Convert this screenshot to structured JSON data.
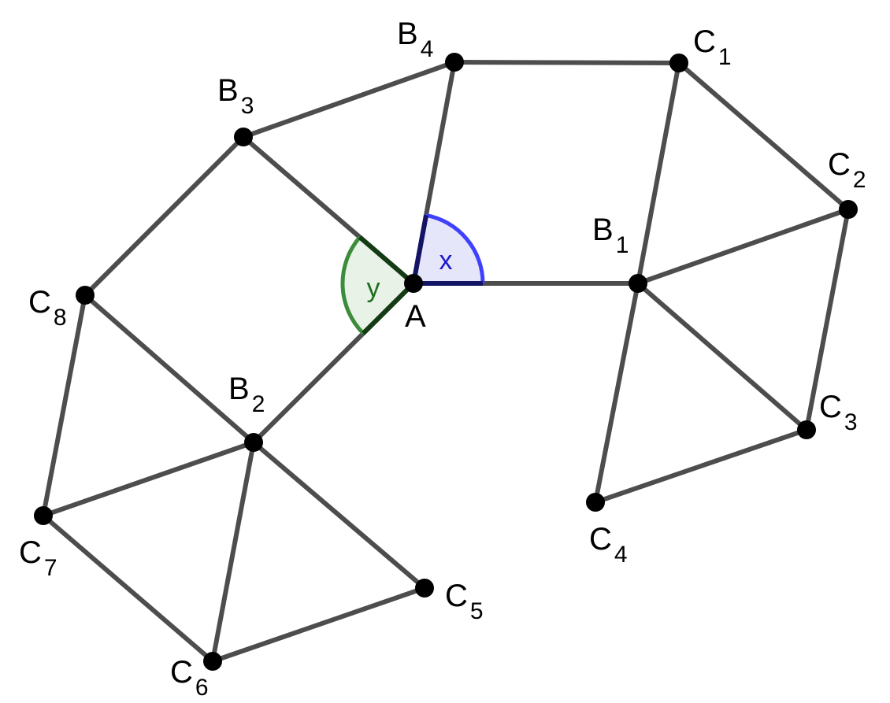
{
  "diagram": {
    "points": [
      {
        "id": "A",
        "base": "A",
        "sub": ""
      },
      {
        "id": "B1",
        "base": "B",
        "sub": "1"
      },
      {
        "id": "B2",
        "base": "B",
        "sub": "2"
      },
      {
        "id": "B3",
        "base": "B",
        "sub": "3"
      },
      {
        "id": "B4",
        "base": "B",
        "sub": "4"
      },
      {
        "id": "C1",
        "base": "C",
        "sub": "1"
      },
      {
        "id": "C2",
        "base": "C",
        "sub": "2"
      },
      {
        "id": "C3",
        "base": "C",
        "sub": "3"
      },
      {
        "id": "C4",
        "base": "C",
        "sub": "4"
      },
      {
        "id": "C5",
        "base": "C",
        "sub": "5"
      },
      {
        "id": "C6",
        "base": "C",
        "sub": "6"
      },
      {
        "id": "C7",
        "base": "C",
        "sub": "7"
      },
      {
        "id": "C8",
        "base": "C",
        "sub": "8"
      }
    ],
    "edges": [
      [
        "A",
        "B1"
      ],
      [
        "A",
        "B2"
      ],
      [
        "A",
        "B3"
      ],
      [
        "A",
        "B4"
      ],
      [
        "B4",
        "C1"
      ],
      [
        "C1",
        "C2"
      ],
      [
        "C1",
        "B1"
      ],
      [
        "B1",
        "C2"
      ],
      [
        "C2",
        "C3"
      ],
      [
        "B1",
        "C3"
      ],
      [
        "B1",
        "C4"
      ],
      [
        "C3",
        "C4"
      ],
      [
        "B3",
        "B4"
      ],
      [
        "B3",
        "C8"
      ],
      [
        "C8",
        "B2"
      ],
      [
        "C8",
        "C7"
      ],
      [
        "B2",
        "C7"
      ],
      [
        "B2",
        "C6"
      ],
      [
        "B2",
        "C5"
      ],
      [
        "C7",
        "C6"
      ],
      [
        "C6",
        "C5"
      ]
    ],
    "angles": [
      {
        "label": "x",
        "stroke": "#4040ff",
        "fill": "#e6e6fa",
        "text_color": "#1a1acc"
      },
      {
        "label": "y",
        "stroke": "#3c8c3c",
        "fill": "#e9f2e6",
        "text_color": "#1e6e1e"
      }
    ]
  }
}
